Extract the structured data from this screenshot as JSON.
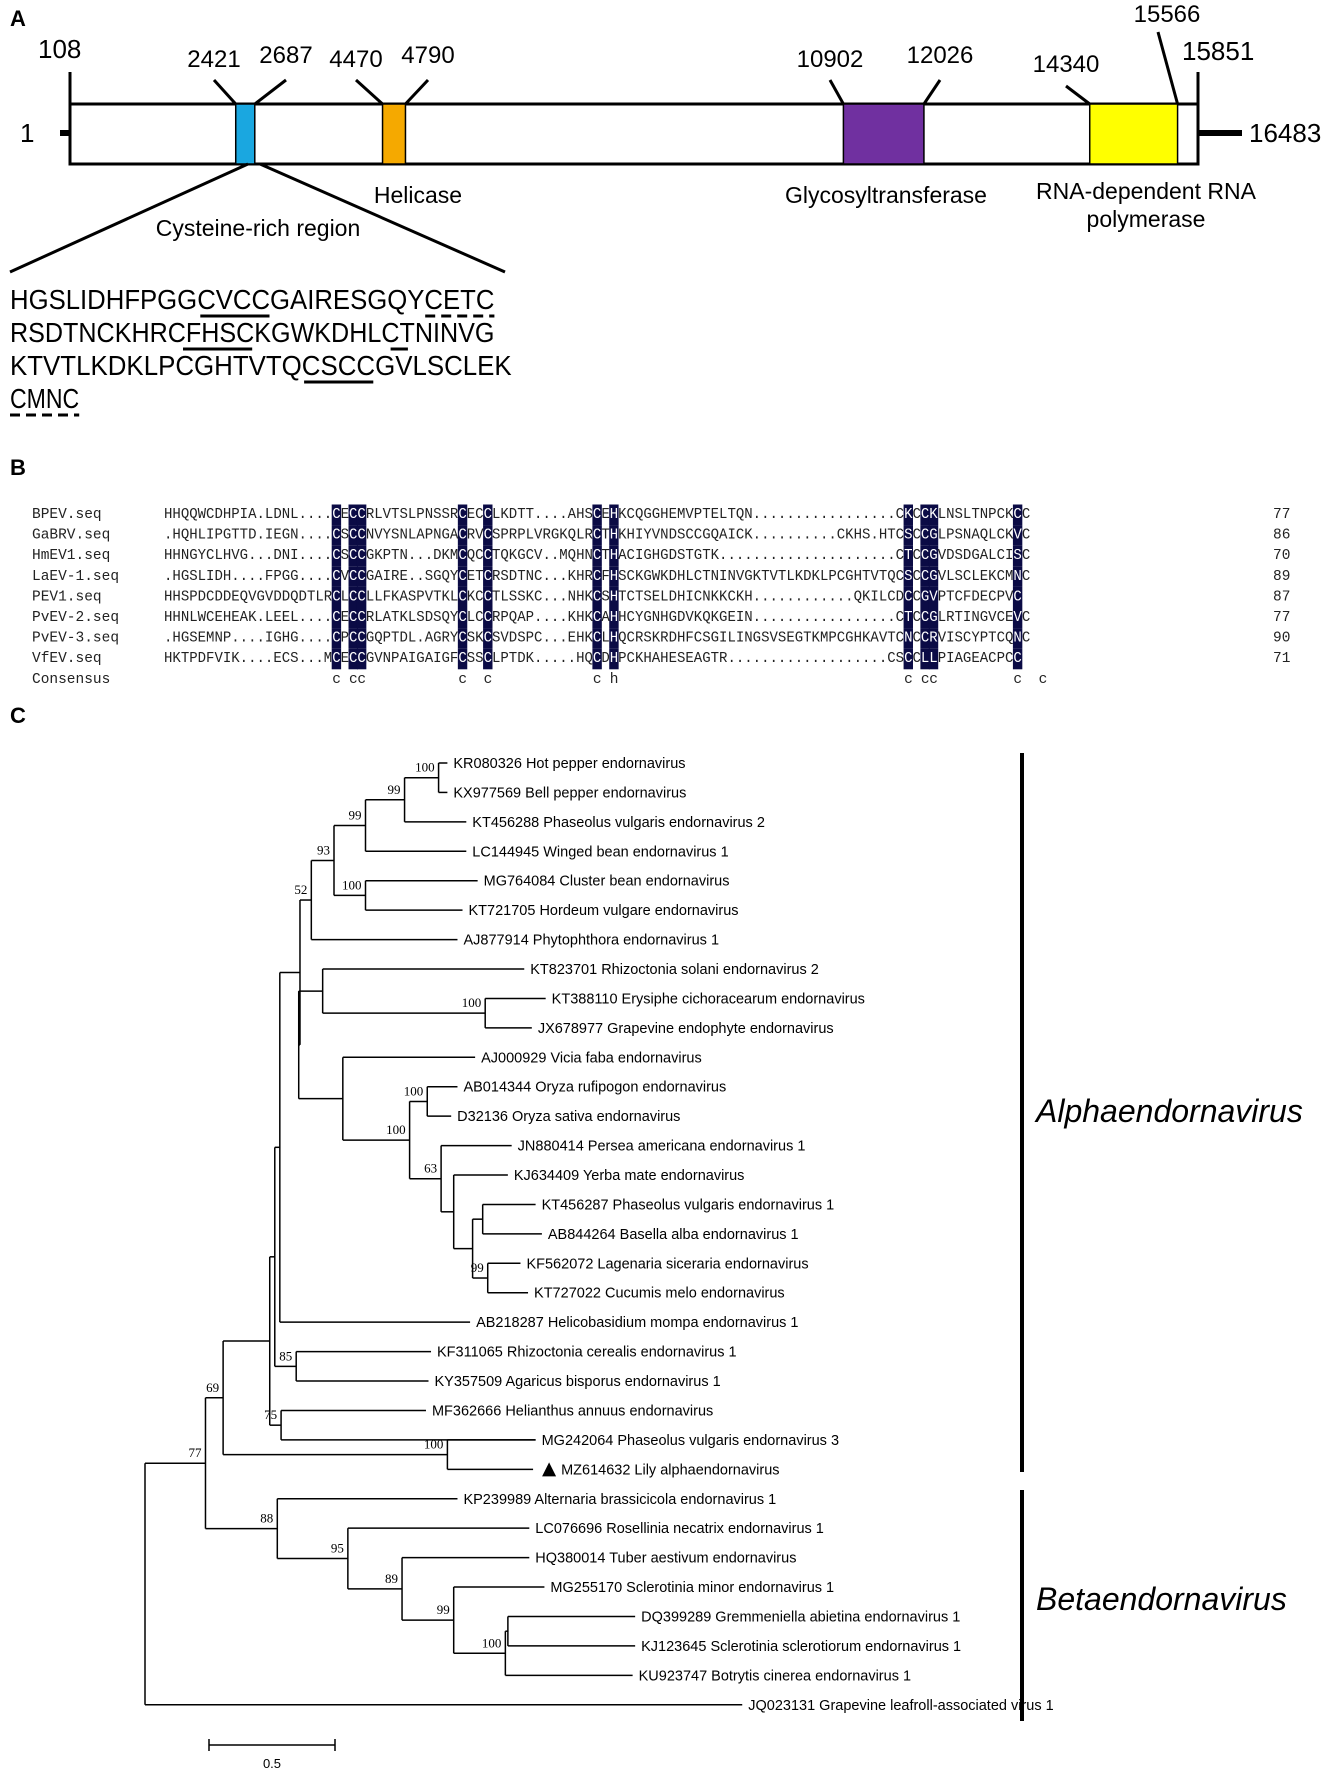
{
  "panels": {
    "a": "A",
    "b": "B",
    "c": "C"
  },
  "genome": {
    "start_label": "1",
    "end_label": "16483",
    "orf_start": "108",
    "orf_end": "15851",
    "domains": [
      {
        "name": "Cysteine-rich region",
        "start": 2421,
        "end": 2687,
        "start_label": "2421",
        "end_label": "2687",
        "color": "#1aa7e0"
      },
      {
        "name": "Helicase",
        "start": 4470,
        "end": 4790,
        "start_label": "4470",
        "end_label": "4790",
        "color": "#f5a900"
      },
      {
        "name": "Glycosyltransferase",
        "start": 10902,
        "end": 12026,
        "start_label": "10902",
        "end_label": "12026",
        "color": "#7030a0"
      },
      {
        "name": "RNA-dependent RNA",
        "name2": "polymerase",
        "start": 14340,
        "end": 15566,
        "start_label": "14340",
        "end_label": "15566",
        "color": "#ffff00"
      }
    ],
    "cys_lines": [
      "HGSLIDHFPGGCVCCGAIRESGQYCETC",
      "RSDTNCKHRCFHSCKGWKDHLCTNINVG",
      "KTVTLKDKLPCGHTVTQCSCCGVLSCLEK",
      "CMNC"
    ]
  },
  "alignment": {
    "rows": [
      {
        "name": "BPEV.seq",
        "seq": "HHQQWCDHPIA.LDNL....CECCRLVTSLPNSSRCECCLKDTT....AHSCEHKCQGGHEMVPTELTQN.................CKCCKLNSLTNPCKCC",
        "num": "77"
      },
      {
        "name": "GaBRV.seq",
        "seq": ".HQHLIPGTTD.IEGN....CSCCNVYSNLAPNGACRVCSPRPLVRGKQLRCTHKHIYVNDSCCGQAICK..........CKHS.HTCSCCGLPSNAQLCKVC",
        "num": "86"
      },
      {
        "name": "HmEV1.seq",
        "seq": "HHNGYCLHVG...DNI....CSCCGKPTN...DKMCQCCTQKGCV..MQHNCTHACIGHGDSTGTK.....................CTCCGVDSDGALCISC",
        "num": "70"
      },
      {
        "name": "LaEV-1.seq",
        "seq": ".HGSLIDH....FPGG....CVCCGAIRE..SGQYCETCRSDTNC...KHRCFHSCKGWKDHLCTNINVGKTVTLKDKLPCGHTVTQCSCCGVLSCLEKCMNC",
        "num": "89"
      },
      {
        "name": "PEV1.seq",
        "seq": "HHSPDCDDEQVGVDDQDTLRCLCCLLFKASPVTKLCKCCTLSSKC...NHKCSHTCTSELDHICNKKCKH............QKILCDCCGVPTCFDECPVC",
        "num": "87"
      },
      {
        "name": "PvEV-2.seq",
        "seq": "HHNLWCEHEAK.LEEL....CECCRLATKLSDSQYCLCCRPQAP....KHKCAHHCYGNHGDVKQKGEIN.................CTCCGLRTINGVCEVC",
        "num": "77"
      },
      {
        "name": "PvEV-3.seq",
        "seq": ".HGSEMNP....IGHG....CPCCGQPTDL.AGRYCSKCSVDSPC...EHKCLHQCRSKRDHFCSGILINGSVSEGTKMPCGHKAVTCNCCRVISCYPTCQNC",
        "num": "90"
      },
      {
        "name": "VfEV.seq",
        "seq": "HKTPDFVIK....ECS...MCECCGVNPAIGAIGFCSSCLPTDK.....HQCDHPCKHAHESEAGTR...................CSCCLLPIAGEACPCC",
        "num": "71"
      }
    ],
    "consensus_label": "Consensus",
    "consensus": "                    c cc           c  c            c h                                  c cc         c  c",
    "highlight_cols": [
      20,
      22,
      23,
      35,
      38,
      51,
      53,
      88,
      90,
      91,
      101,
      104
    ]
  },
  "tree": {
    "leaves": [
      {
        "label": "KR080326 Hot pepper endornavirus",
        "x": 3.4
      },
      {
        "label": "KX977569 Bell pepper endornavirus",
        "x": 3.4
      },
      {
        "label": "KT456288 Phaseolus vulgaris endornavirus 2",
        "x": 3.55
      },
      {
        "label": "LC144945 Winged bean endornavirus 1",
        "x": 3.55
      },
      {
        "label": "MG764084 Cluster bean endornavirus",
        "x": 3.64
      },
      {
        "label": "KT721705 Hordeum vulgare endornavirus",
        "x": 3.52
      },
      {
        "label": "AJ877914 Phytophthora endornavirus 1",
        "x": 3.48
      },
      {
        "label": "KT823701 Rhizoctonia solani endornavirus 2",
        "x": 4.01
      },
      {
        "label": "KT388110 Erysiphe cichoracearum endornavirus",
        "x": 4.18
      },
      {
        "label": "JX678977 Grapevine endophyte endornavirus",
        "x": 4.07
      },
      {
        "label": "AJ000929 Vicia faba endornavirus",
        "x": 3.62
      },
      {
        "label": "AB014344 Oryza rufipogon endornavirus",
        "x": 3.48
      },
      {
        "label": "D32136 Oryza sativa endornavirus",
        "x": 3.43
      },
      {
        "label": "JN880414 Persea americana endornavirus 1",
        "x": 3.91
      },
      {
        "label": "KJ634409 Yerba mate endornavirus",
        "x": 3.88
      },
      {
        "label": "KT456287 Phaseolus vulgaris endornavirus 1",
        "x": 4.1
      },
      {
        "label": "AB844264 Basella alba endornavirus 1",
        "x": 4.15
      },
      {
        "label": "KF562072 Lagenaria siceraria endornavirus",
        "x": 3.98
      },
      {
        "label": "KT727022 Cucumis melo endornavirus",
        "x": 4.04
      },
      {
        "label": "AB218287 Helicobasidium mompa endornavirus 1",
        "x": 3.58
      },
      {
        "label": "KF311065 Rhizoctonia cerealis endornavirus 1",
        "x": 3.27
      },
      {
        "label": "KY357509 Agaricus bisporus endornavirus 1",
        "x": 3.25
      },
      {
        "label": "MF362666 Helianthus annuus endornavirus",
        "x": 3.23
      },
      {
        "label": "MG242064 Phaseolus vulgaris endornavirus 3",
        "x": 4.1
      },
      {
        "label": "MZ614632 Lily alphaendornavirus",
        "x": 4.08,
        "marker": true
      },
      {
        "label": "KP239989 Alternaria brassicicola endornavirus 1",
        "x": 3.48
      },
      {
        "label": "LC076696 Rosellinia necatrix endornavirus 1",
        "x": 4.05
      },
      {
        "label": "HQ380014 Tuber aestivum endornavirus",
        "x": 4.05
      },
      {
        "label": "MG255170 Sclerotinia minor endornavirus 1",
        "x": 4.17
      },
      {
        "label": "DQ399289 Gremmeniella abietina endornavirus 1",
        "x": 4.89
      },
      {
        "label": "KJ123645 Sclerotinia sclerotiorum endornavirus 1",
        "x": 4.89
      },
      {
        "label": "KU923747 Botrytis cinerea endornavirus 1",
        "x": 4.87
      },
      {
        "label": "JQ023131 Grapevine leafroll-associated virus 1",
        "x": 5.74
      }
    ],
    "nodes": [
      {
        "id": "n1",
        "x": 3.33,
        "children": [
          "L0",
          "L1"
        ],
        "bootstrap": "100"
      },
      {
        "id": "n2",
        "x": 3.06,
        "children": [
          "n1",
          "L2"
        ],
        "bootstrap": "99"
      },
      {
        "id": "n3",
        "x": 2.75,
        "children": [
          "n2",
          "L3"
        ],
        "bootstrap": "99"
      },
      {
        "id": "n4",
        "x": 2.75,
        "children": [
          "L4",
          "L5"
        ],
        "bootstrap": "100"
      },
      {
        "id": "n5",
        "x": 2.5,
        "children": [
          "n3",
          "n4"
        ],
        "bootstrap": "93"
      },
      {
        "id": "n6",
        "x": 2.32,
        "children": [
          "n5",
          "L6"
        ],
        "bootstrap": "52"
      },
      {
        "id": "n7",
        "x": 3.7,
        "children": [
          "L8",
          "L9"
        ],
        "bootstrap": "100"
      },
      {
        "id": "n8",
        "x": 2.41,
        "children": [
          "L7",
          "n7"
        ]
      },
      {
        "id": "n9",
        "x": 3.24,
        "children": [
          "L11",
          "L12"
        ],
        "bootstrap": "100"
      },
      {
        "id": "n10",
        "x": 3.68,
        "children": [
          "L15",
          "L16"
        ]
      },
      {
        "id": "n11",
        "x": 3.72,
        "children": [
          "L17",
          "L18"
        ],
        "bootstrap": "99"
      },
      {
        "id": "n12",
        "x": 3.6,
        "children": [
          "n10",
          "n11"
        ]
      },
      {
        "id": "n13",
        "x": 3.45,
        "children": [
          "L14",
          "n12"
        ]
      },
      {
        "id": "n14",
        "x": 3.35,
        "children": [
          "L13",
          "n13"
        ],
        "bootstrap": "63"
      },
      {
        "id": "n15",
        "x": 3.1,
        "children": [
          "n9",
          "n14"
        ],
        "bootstrap": "100"
      },
      {
        "id": "n16",
        "x": 2.57,
        "children": [
          "L10",
          "n15"
        ]
      },
      {
        "id": "n17",
        "x": 2.22,
        "children": [
          "n8",
          "n16"
        ]
      },
      {
        "id": "n18",
        "x": 2.23,
        "children": [
          "n6",
          "n17"
        ]
      },
      {
        "id": "n19",
        "x": 2.2,
        "children": [
          "L20",
          "L21"
        ],
        "bootstrap": "85"
      },
      {
        "id": "n20",
        "x": 2.07,
        "children": [
          "n18",
          "L19"
        ]
      },
      {
        "id": "n21",
        "x": 2.03,
        "children": [
          "n20",
          "n19"
        ]
      },
      {
        "id": "n22",
        "x": 2.08,
        "children": [
          "L22",
          "L23"
        ],
        "bootstrap": "75"
      },
      {
        "id": "n23",
        "x": 1.99,
        "children": [
          "n21",
          "n22"
        ]
      },
      {
        "id": "n24",
        "x": 3.4,
        "children": [
          "L23b",
          "L24"
        ],
        "bootstrap": "100"
      },
      {
        "id": "n25",
        "x": 1.62,
        "children": [
          "n23",
          "n24"
        ],
        "bootstrap": "69"
      },
      {
        "id": "n26",
        "x": 3.88,
        "children": [
          "L29",
          "L30"
        ]
      },
      {
        "id": "n27",
        "x": 3.86,
        "children": [
          "n26",
          "L31"
        ],
        "bootstrap": "100"
      },
      {
        "id": "n28",
        "x": 3.45,
        "children": [
          "L28",
          "n27"
        ],
        "bootstrap": "99"
      },
      {
        "id": "n29",
        "x": 3.04,
        "children": [
          "L27",
          "n28"
        ],
        "bootstrap": "89"
      },
      {
        "id": "n30",
        "x": 2.61,
        "children": [
          "L26",
          "n29"
        ],
        "bootstrap": "95"
      },
      {
        "id": "n31",
        "x": 2.05,
        "children": [
          "L25",
          "n30"
        ],
        "bootstrap": "88"
      },
      {
        "id": "n32",
        "x": 1.48,
        "children": [
          "n25",
          "n31"
        ],
        "bootstrap": "77"
      },
      {
        "id": "root",
        "x": 1.0,
        "children": [
          "n32",
          "L32"
        ]
      }
    ],
    "clades": [
      {
        "name": "Alphaendornavirus",
        "from": 0,
        "to": 24
      },
      {
        "name": "Betaendornavirus",
        "from": 25,
        "to": 32
      }
    ],
    "scale_label": "0.5",
    "scale_length": 0.5
  }
}
